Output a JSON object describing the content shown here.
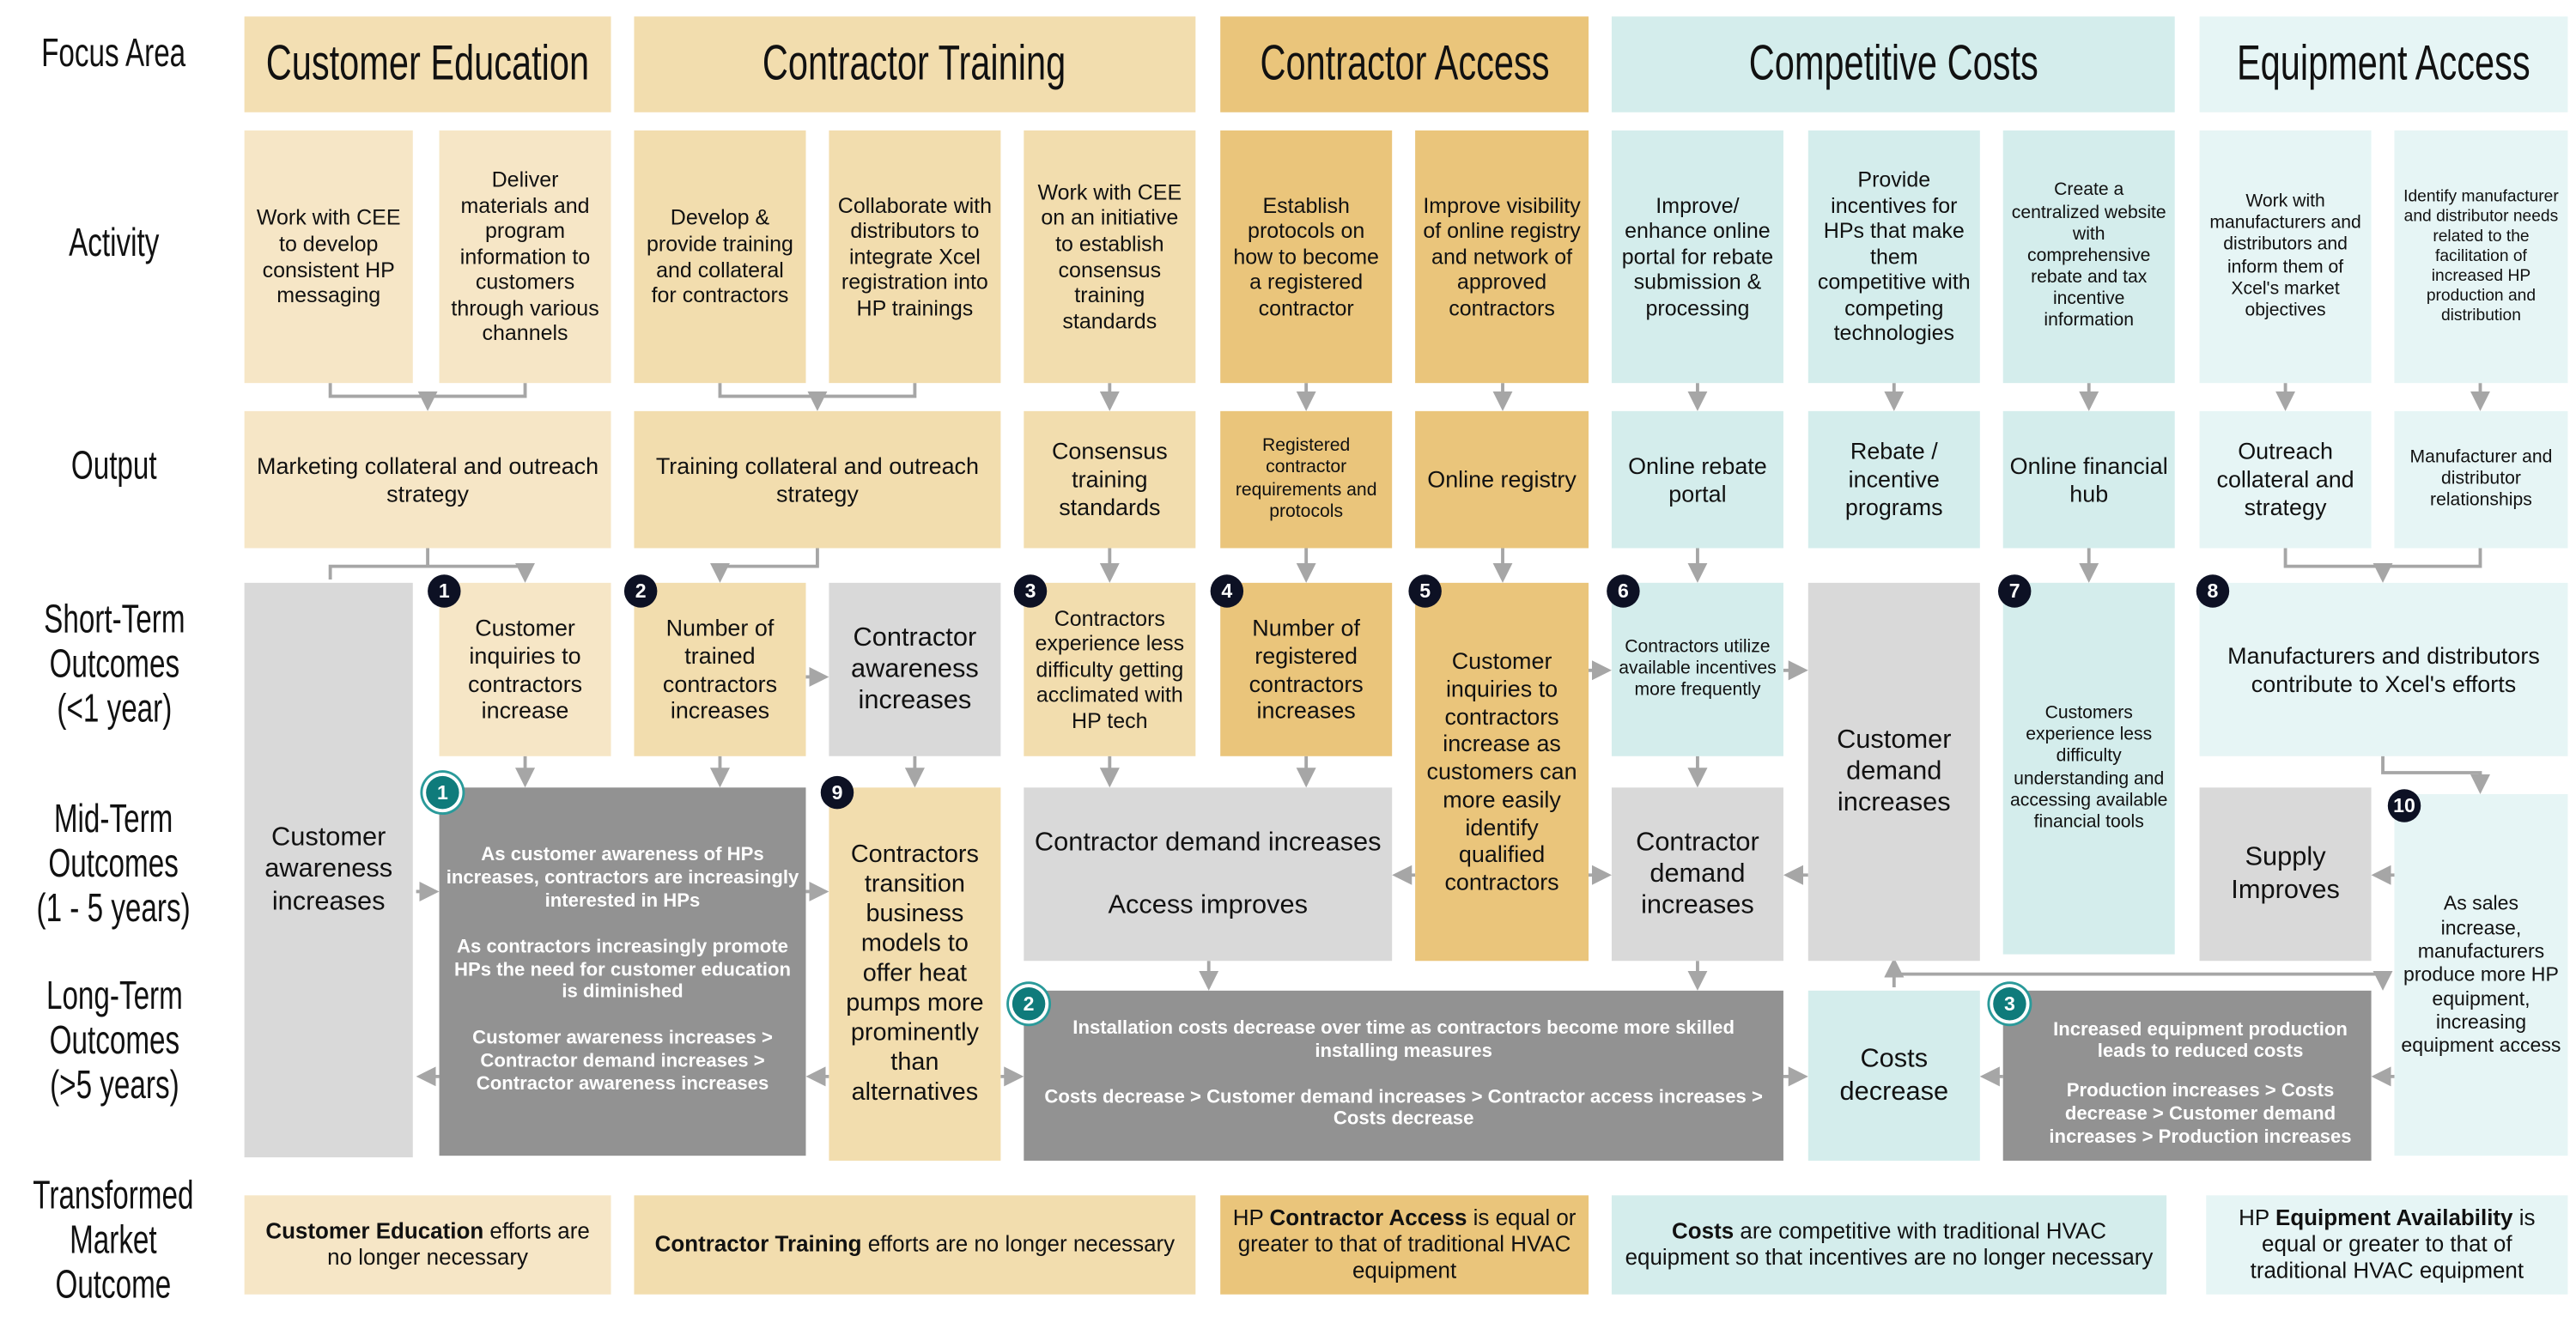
{
  "row_labels": {
    "focus": "Focus Area",
    "activity": "Activity",
    "output": "Output",
    "short": "Short-Term\nOutcomes\n(<1 year)",
    "mid": "Mid-Term\nOutcomes\n(1 - 5 years)",
    "long": "Long-Term\nOutcomes\n(>5 years)",
    "transformed": "Transformed\nMarket\nOutcome"
  },
  "focus_areas": [
    "Customer Education",
    "Contractor Training",
    "Contractor Access",
    "Competitive Costs",
    "Equipment Access"
  ],
  "activities": [
    "Work with CEE to develop consistent HP messaging",
    "Deliver materials and program information to customers through various channels",
    "Develop & provide training and collateral for contractors",
    "Collaborate with distributors to integrate Xcel registration into HP trainings",
    "Work with CEE on an initiative to establish consensus training standards",
    "Establish protocols on how to become a registered contractor",
    "Improve visibility of online registry and network of approved contractors",
    "Improve/ enhance online portal for rebate submission & processing",
    "Provide incentives for HPs that make them competitive with competing technologies",
    "Create a centralized website with comprehensive rebate and tax incentive information",
    "Work with manufacturers and distributors and inform them of Xcel's market objectives",
    "Identify manufacturer and distributor needs related to the facilitation of increased HP production and distribution"
  ],
  "outputs": [
    "Marketing collateral and outreach strategy",
    "Training collateral and outreach strategy",
    "Consensus training standards",
    "Registered contractor requirements and protocols",
    "Online registry",
    "Online rebate portal",
    "Rebate / incentive programs",
    "Online financial hub",
    "Outreach collateral and strategy",
    "Manufacturer and distributor relationships"
  ],
  "outcomes": {
    "customer_awareness": "Customer awareness increases",
    "o1": {
      "num": "1",
      "text": "Customer inquiries to contractors increase"
    },
    "o2": {
      "num": "2",
      "text": "Number of trained contractors increases"
    },
    "contractor_awareness": "Contractor awareness increases",
    "o3": {
      "num": "3",
      "text": "Contractors experience less difficulty getting acclimated with HP tech"
    },
    "o4": {
      "num": "4",
      "text": "Number of registered contractors increases"
    },
    "o5": {
      "num": "5",
      "text": "Customer inquiries to contractors increase as customers can more easily identify qualified contractors"
    },
    "o6": {
      "num": "6",
      "text": "Contractors utilize available incentives more frequently"
    },
    "customer_demand": "Customer demand increases",
    "o7": {
      "num": "7",
      "text": "Customers experience less difficulty understanding and accessing available financial tools"
    },
    "o8": {
      "num": "8",
      "text": "Manufacturers and distributors contribute to Xcel's efforts"
    },
    "o9": {
      "num": "9",
      "text": "Contractors transition business models to offer heat pumps more prominently than alternatives"
    },
    "contractor_demand_access": {
      "line1": "Contractor demand increases",
      "line2": "Access improves"
    },
    "contractor_demand": "Contractor demand increases",
    "supply": "Supply Improves",
    "o10": {
      "num": "10",
      "text": "As sales increase, manufacturers produce more HP equipment, increasing equipment access"
    },
    "costs_decrease": "Costs decrease"
  },
  "loops": [
    {
      "num": "1",
      "p1": "As customer awareness of HPs increases, contractors are increasingly interested in HPs",
      "p2": "As contractors increasingly promote HPs the need for customer education is diminished",
      "p3": "Customer awareness increases > Contractor demand increases > Contractor awareness increases"
    },
    {
      "num": "2",
      "p1": "Installation costs decrease over time as contractors become more skilled installing measures",
      "p2": "Costs decrease > Customer demand increases >  Contractor access increases > Costs decrease"
    },
    {
      "num": "3",
      "p1": "Increased equipment production leads to reduced costs",
      "p2": "Production increases > Costs decrease > Customer demand increases > Production increases"
    }
  ],
  "transformed": [
    {
      "pre": "",
      "bold": "Customer Education",
      "post": " efforts are no longer necessary"
    },
    {
      "pre": "",
      "bold": "Contractor Training",
      "post": " efforts are no longer necessary"
    },
    {
      "pre": "HP ",
      "bold": "Contractor Access",
      "post": " is equal or greater to that of traditional HVAC equipment"
    },
    {
      "pre": "",
      "bold": "Costs",
      "post": " are competitive with traditional HVAC equipment so that incentives are no longer necessary"
    },
    {
      "pre": "HP ",
      "bold": "Equipment Availability",
      "post": " is equal or greater to that of traditional HVAC equipment"
    }
  ],
  "colors": {
    "customer_education": "#F6E6C6",
    "contractor_training": "#F2DDAE",
    "contractor_access": "#EAC57B",
    "competitive_costs": "#D4EDEC",
    "equipment_access": "#E6F5F5",
    "loop_gray": "#929292",
    "outcome_gray": "#D9D9D9",
    "loop_badge": "#0f7b7b"
  }
}
